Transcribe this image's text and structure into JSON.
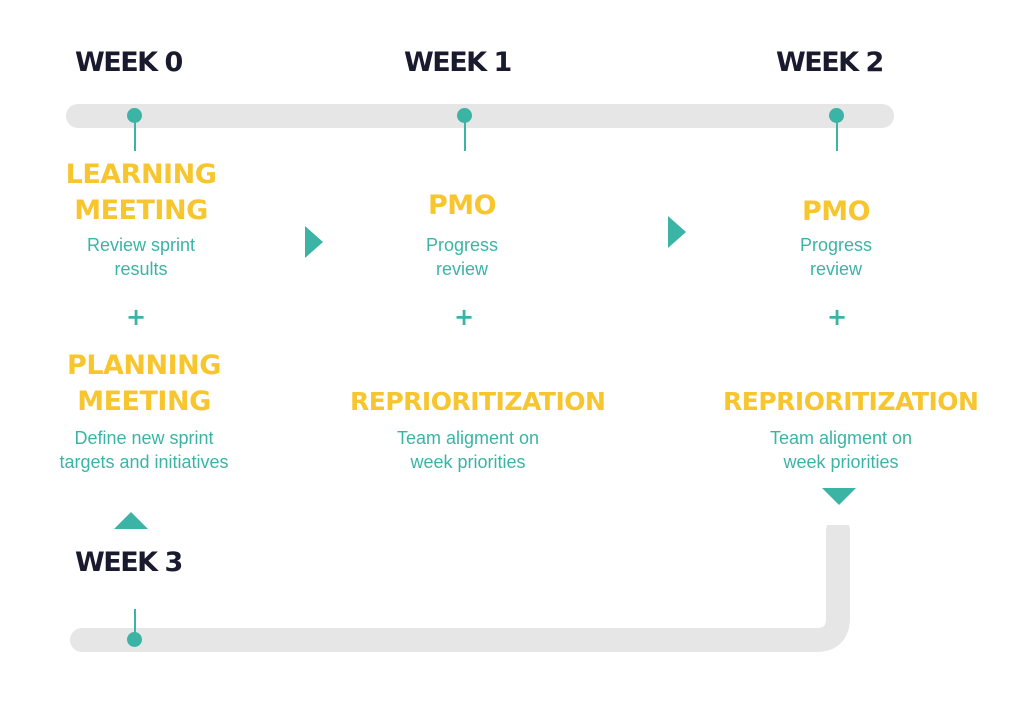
{
  "weeks": [
    "WEEK 0",
    "WEEK 1",
    "WEEK 2",
    "WEEK 3"
  ],
  "stages": [
    {
      "first_title_line1": "LEARNING",
      "first_title_line2": "MEETING",
      "first_desc_line1": "Review sprint",
      "first_desc_line2": "results",
      "plus": "+",
      "second_title_line1": "PLANNING",
      "second_title_line2": "MEETING",
      "second_desc_line1": "Define new sprint",
      "second_desc_line2": "targets and initiatives"
    },
    {
      "first_title": "PMO",
      "first_desc_line1": "Progress",
      "first_desc_line2": "review",
      "plus": "+",
      "second_title": "REPRIORITIZATION",
      "second_desc_line1": "Team aligment on",
      "second_desc_line2": "week priorities"
    },
    {
      "first_title": "PMO",
      "first_desc_line1": "Progress",
      "first_desc_line2": "review",
      "plus": "+",
      "second_title": "REPRIORITIZATION",
      "second_desc_line1": "Team aligment on",
      "second_desc_line2": "week priorities"
    }
  ],
  "colors": {
    "week_label": "#1a1a2e",
    "heading": "#f7c62f",
    "accent": "#3bb4a6",
    "track": "#e6e6e6"
  }
}
